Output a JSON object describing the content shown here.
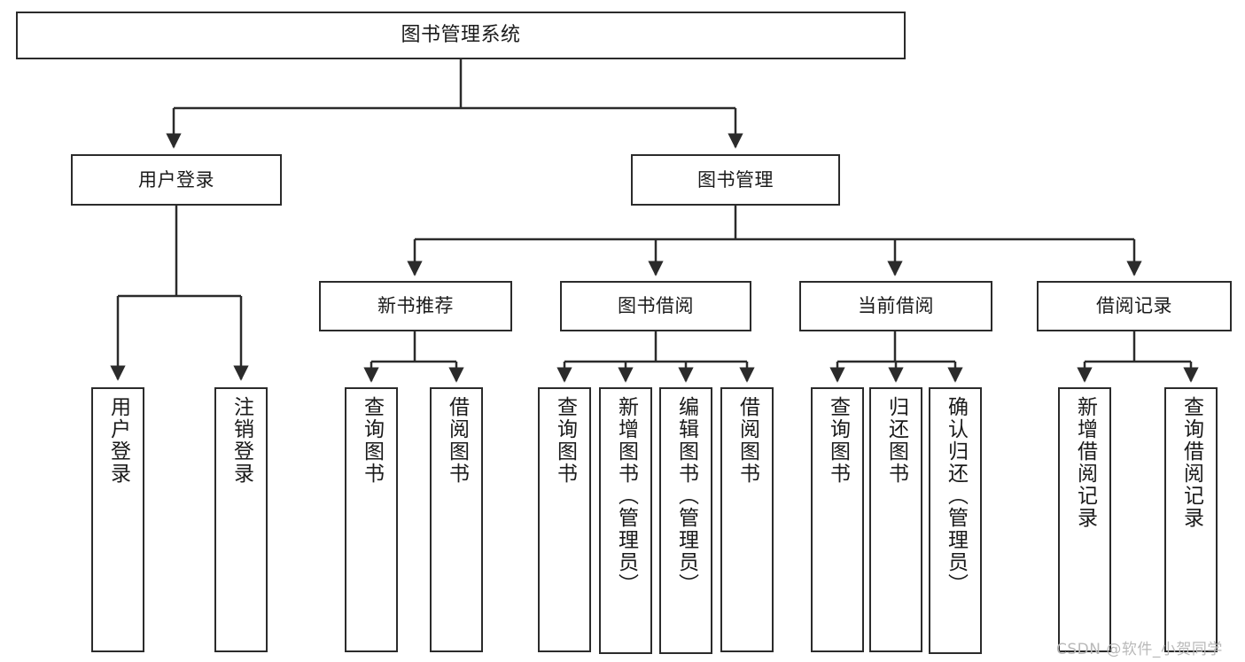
{
  "diagram": {
    "title": "图书管理系统",
    "type": "hierarchy-tree",
    "root": {
      "id": "root",
      "label": "图书管理系统"
    },
    "level1": [
      {
        "id": "user-login",
        "label": "用户登录"
      },
      {
        "id": "book-manage",
        "label": "图书管理"
      }
    ],
    "level2": [
      {
        "id": "new-book-recommend",
        "label": "新书推荐",
        "parent": "book-manage"
      },
      {
        "id": "book-borrow",
        "label": "图书借阅",
        "parent": "book-manage"
      },
      {
        "id": "current-borrow",
        "label": "当前借阅",
        "parent": "book-manage"
      },
      {
        "id": "borrow-record",
        "label": "借阅记录",
        "parent": "book-manage"
      }
    ],
    "leaves": {
      "user-login": [
        {
          "id": "leaf-user-login",
          "label": "用户登录"
        },
        {
          "id": "leaf-logout-login",
          "label": "注销登录"
        }
      ],
      "new-book-recommend": [
        {
          "id": "leaf-query-book-1",
          "label": "查询图书"
        },
        {
          "id": "leaf-borrow-book-1",
          "label": "借阅图书"
        }
      ],
      "book-borrow": [
        {
          "id": "leaf-query-book-2",
          "label": "查询图书"
        },
        {
          "id": "leaf-add-book",
          "label": "新增图书（管理员）"
        },
        {
          "id": "leaf-edit-book",
          "label": "编辑图书（管理员）"
        },
        {
          "id": "leaf-borrow-book-2",
          "label": "借阅图书"
        }
      ],
      "current-borrow": [
        {
          "id": "leaf-query-book-3",
          "label": "查询图书"
        },
        {
          "id": "leaf-return-book",
          "label": "归还图书"
        },
        {
          "id": "leaf-confirm-return",
          "label": "确认归还（管理员）"
        }
      ],
      "borrow-record": [
        {
          "id": "leaf-add-record",
          "label": "新增借阅记录"
        },
        {
          "id": "leaf-query-record",
          "label": "查询借阅记录"
        }
      ]
    }
  },
  "watermark": {
    "text": "CSDN @软件_小贺同学"
  },
  "colors": {
    "stroke": "#2b2b2b",
    "background": "#ffffff",
    "text": "#1a1a1a",
    "watermark": "#b9b9b9"
  }
}
